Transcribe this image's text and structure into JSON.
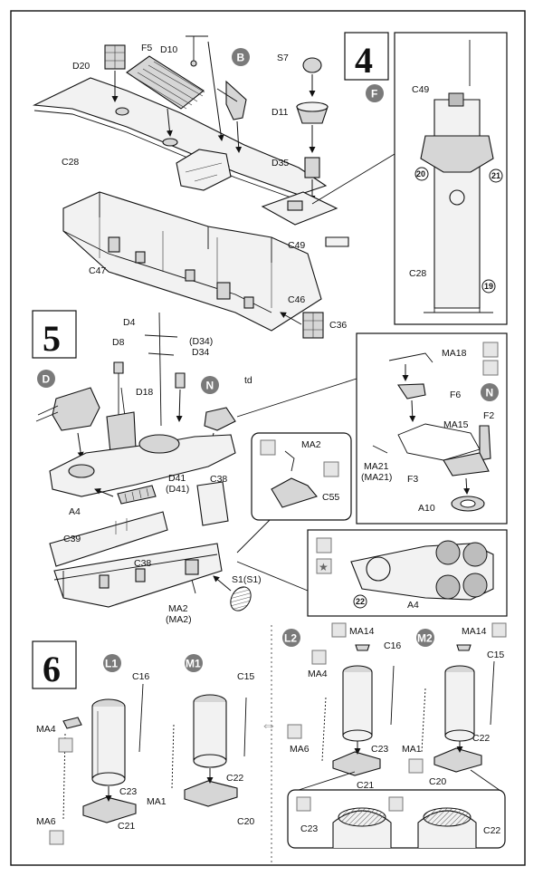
{
  "steps": {
    "step4": "4",
    "step5": "5",
    "step6": "6"
  },
  "badges": {
    "B": "B",
    "F": "F",
    "D": "D",
    "N_main": "N",
    "N_detail": "N",
    "L1": "L1",
    "M1": "M1",
    "L2": "L2",
    "M2": "M2"
  },
  "labels_step4": {
    "D20": "D20",
    "F5": "F5",
    "D10": "D10",
    "S7": "S7",
    "D11": "D11",
    "D35": "D35",
    "C28": "C28",
    "C49": "C49",
    "C47": "C47",
    "C46": "C46",
    "C36": "C36",
    "detail_C49": "C49",
    "detail_C28": "C28"
  },
  "numbers_step4": {
    "n20": "20",
    "n21": "21",
    "n19": "19"
  },
  "labels_step5": {
    "D4": "D4",
    "D8": "D8",
    "D34_paren": "(D34)",
    "D34": "D34",
    "D18": "D18",
    "stray": "td",
    "D41": "D41",
    "D41_paren": "(D41)",
    "C38_top": "C38",
    "A4": "A4",
    "C39": "C39",
    "C38_bottom": "C38",
    "S1": "S1(S1)",
    "MA2": "MA2",
    "MA2_paren": "(MA2)",
    "MA18": "MA18",
    "F6": "F6",
    "F2": "F2",
    "MA15": "MA15",
    "MA21": "MA21",
    "MA21_paren": "(MA21)",
    "F3": "F3",
    "A10": "A10",
    "popup_MA2": "MA2",
    "C55": "C55",
    "detail_A4": "A4"
  },
  "numbers_step5": {
    "n22": "22"
  },
  "labels_step6": {
    "L1_C16": "C16",
    "L1_MA4": "MA4",
    "L1_C23": "C23",
    "L1_MA6": "MA6",
    "L1_C21": "C21",
    "M1_C15": "C15",
    "M1_C22": "C22",
    "M1_MA1": "MA1",
    "M1_C20": "C20",
    "L2_MA14": "MA14",
    "L2_C16": "C16",
    "L2_MA4": "MA4",
    "L2_MA6": "MA6",
    "L2_C23": "C23",
    "L2_C21": "C21",
    "M2_MA14": "MA14",
    "M2_C15": "C15",
    "M2_MA1": "MA1",
    "M2_C22": "C22",
    "M2_C20": "C20",
    "detail_C23": "C23",
    "detail_C22": "C22"
  },
  "colors": {
    "ink": "#111111",
    "badge_fill": "#7a7a7a",
    "part_fill": "#f2f2f2",
    "shade_fill": "#d6d6d6"
  }
}
